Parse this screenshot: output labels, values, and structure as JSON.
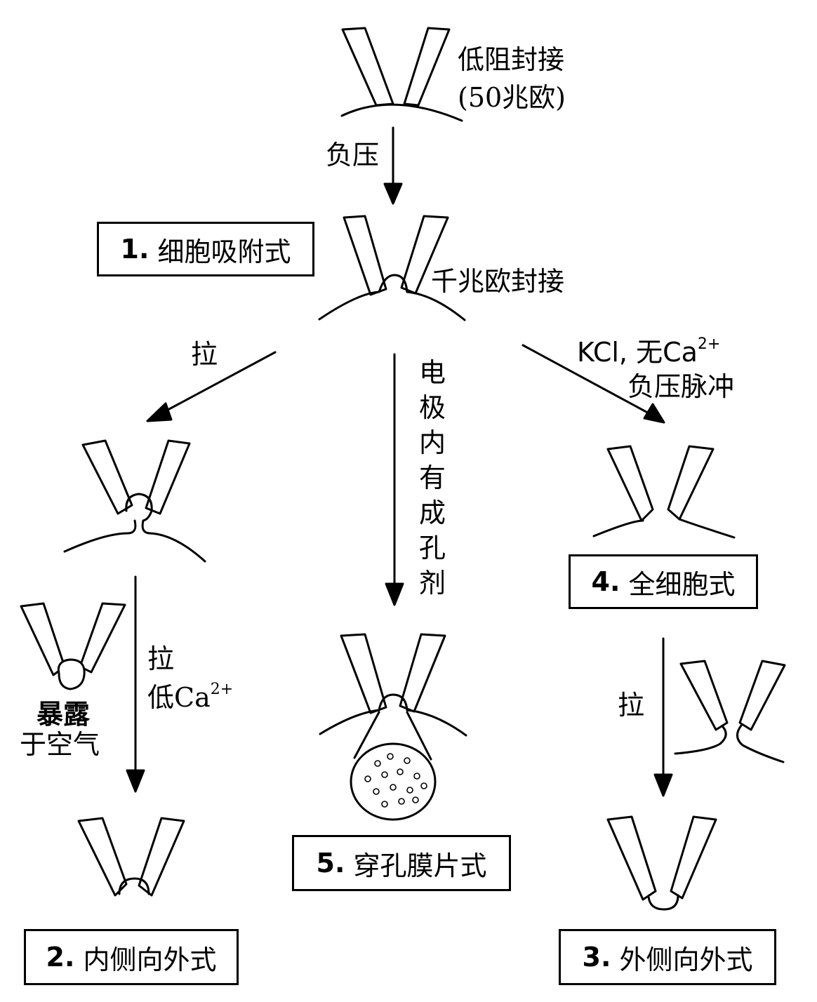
{
  "labels": {
    "low_seal": "低阻封接",
    "low_seal_value": "(50兆欧)",
    "negative_pressure": "负压",
    "gigaseal": "千兆欧封接",
    "pull_left": "拉",
    "pull_mid_left": "拉",
    "low_ca": "低Ca",
    "ca_sup": "2+",
    "kcl": "KCl, 无Ca",
    "kcl_sup": "2+",
    "negative_pulse": "负压脉冲",
    "pore_agent": "电极内有成孔剂",
    "expose": "暴露",
    "to_air": "于空气",
    "pull_right": "拉"
  },
  "modes": {
    "cell_attached": {
      "num": "1.",
      "name": "细胞吸附式"
    },
    "inside_out": {
      "num": "2.",
      "name": "内侧向外式"
    },
    "outside_out": {
      "num": "3.",
      "name": "外侧向外式"
    },
    "whole_cell": {
      "num": "4.",
      "name": "全细胞式"
    },
    "perforated": {
      "num": "5.",
      "name": "穿孔膜片式"
    }
  }
}
